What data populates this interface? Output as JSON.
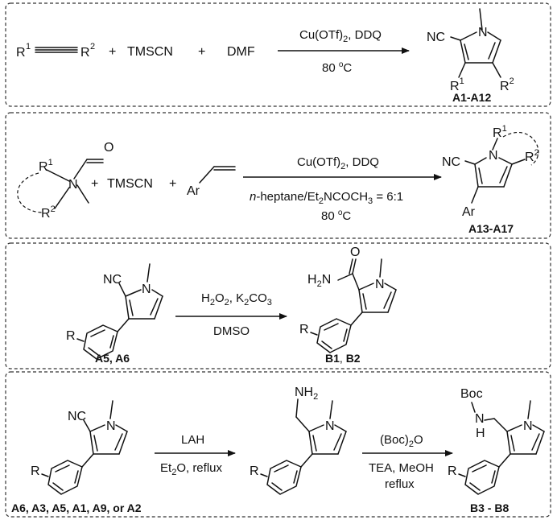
{
  "panels": [
    {
      "reactants": [
        "R",
        "1",
        "R",
        "2",
        "TMSCN",
        "DMF"
      ],
      "plus": "+",
      "conditions_top": [
        "Cu(OTf)",
        "2",
        ", DDQ"
      ],
      "conditions_bottom": [
        "80 ",
        "o",
        "C"
      ],
      "product_labels": [
        "NC",
        "N",
        "R",
        "1",
        "R",
        "2"
      ],
      "compound": "A1-A12"
    },
    {
      "reactants": [
        "R",
        "1",
        "N",
        "O",
        "R",
        "2",
        "TMSCN",
        "Ar"
      ],
      "plus": "+",
      "conditions_top": [
        "Cu(OTf)",
        "2",
        ", DDQ"
      ],
      "conditions_mid": [
        "n",
        "-heptane/Et",
        "2",
        "NCOCH",
        "3",
        " = 6:1"
      ],
      "conditions_bottom": [
        "80 ",
        "o",
        "C"
      ],
      "product_labels": [
        "NC",
        "N",
        "R",
        "1",
        "R",
        "2",
        "Ar"
      ],
      "compound": "A13-A17"
    },
    {
      "reactant_labels": [
        "NC",
        "N",
        "R"
      ],
      "reactant_compound": "A5, A6",
      "conditions_top": [
        "H",
        "2",
        "O",
        "2",
        ", K",
        "2",
        "CO",
        "3"
      ],
      "conditions_bottom": [
        "DMSO"
      ],
      "product_labels": [
        "O",
        "H",
        "2",
        "N",
        "N",
        "R"
      ],
      "product_compound": [
        "B1",
        ", ",
        "B2"
      ]
    },
    {
      "reactant_labels": [
        "NC",
        "N",
        "R"
      ],
      "reactant_compound": "A6, A3, A5, A1, A9, or A2",
      "conditions1_top": [
        "LAH"
      ],
      "conditions1_bottom": [
        "Et",
        "2",
        "O, reflux"
      ],
      "intermediate_labels": [
        "NH",
        "2",
        "N",
        "R"
      ],
      "conditions2_top": [
        "(Boc)",
        "2",
        "O"
      ],
      "conditions2_bottom": [
        "TEA, MeOH",
        "reflux"
      ],
      "product_labels": [
        "Boc",
        "N",
        "H",
        "N",
        "R"
      ],
      "product_compound": "B3 - B8"
    }
  ]
}
